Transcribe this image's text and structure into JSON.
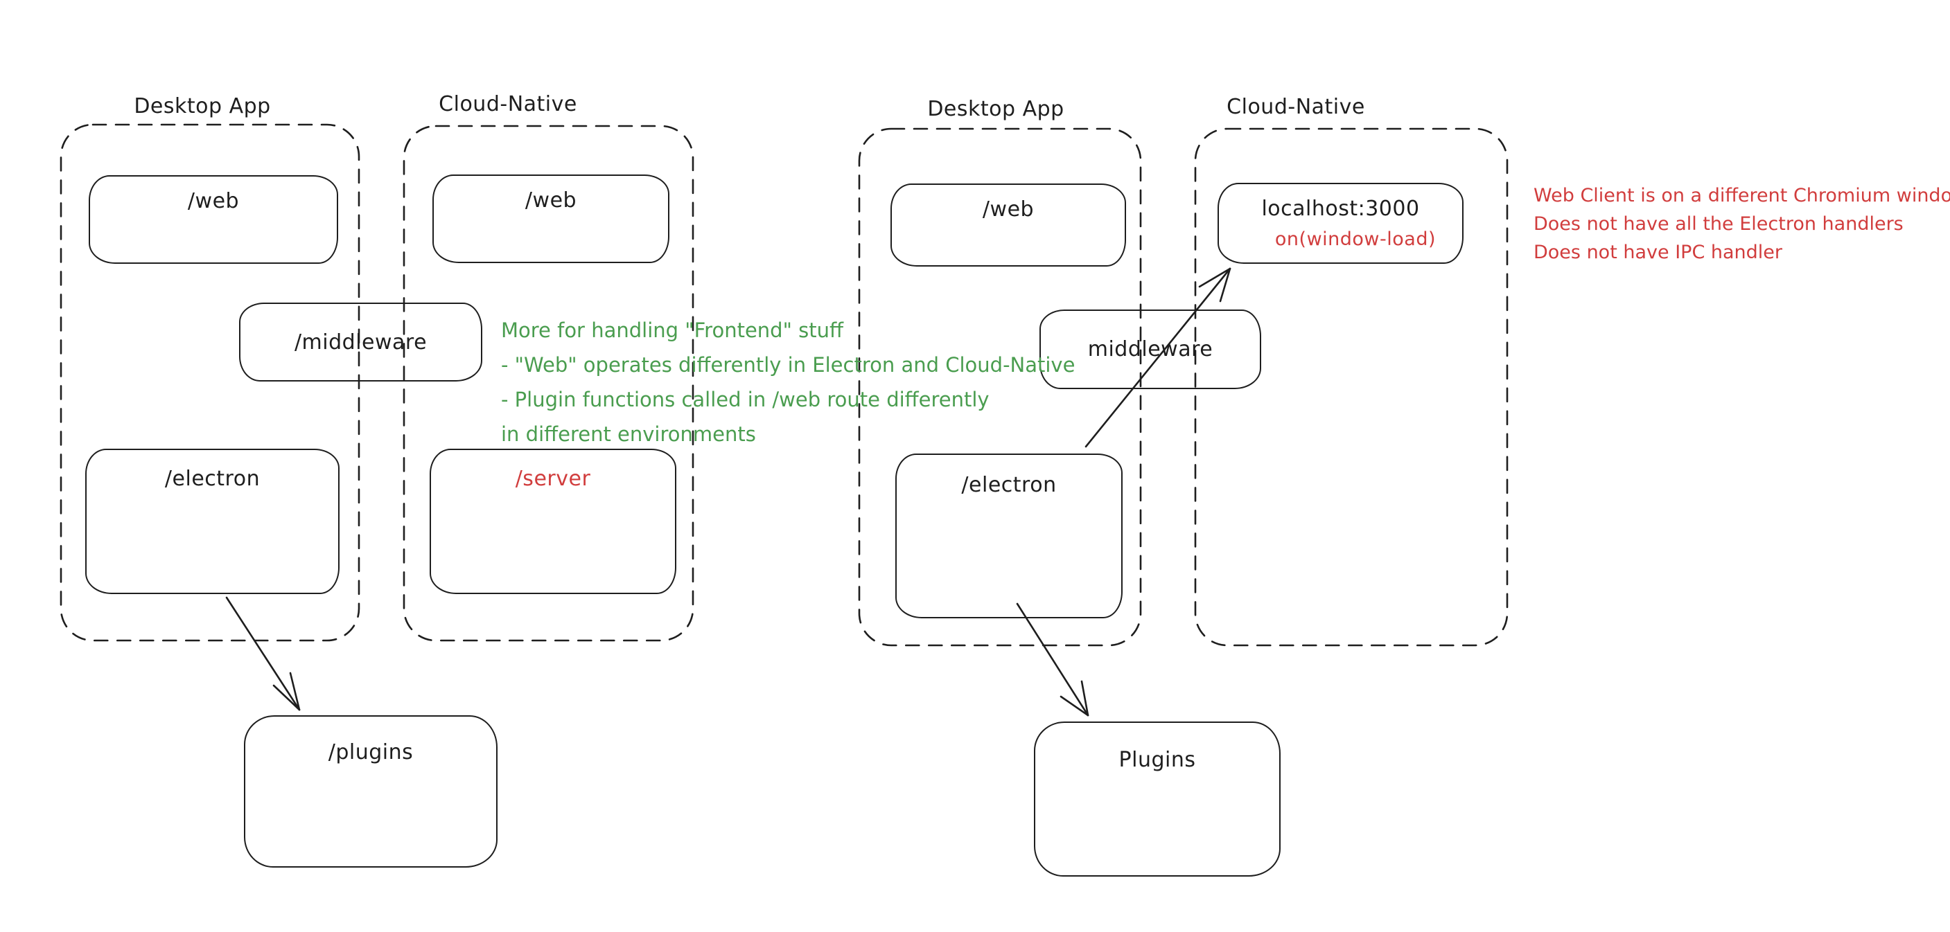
{
  "colors": {
    "ink": "#1e1e1e",
    "green": "#4a9d4f",
    "red": "#d13d3d",
    "background": "#ffffff"
  },
  "left_diagram": {
    "desktop_app": {
      "title": "Desktop App",
      "nodes": {
        "web": "/web",
        "electron": "/electron"
      }
    },
    "cloud_native": {
      "title": "Cloud-Native",
      "nodes": {
        "web": "/web",
        "server": "/server"
      }
    },
    "middleware": "/middleware",
    "plugins": "/plugins",
    "annotation": {
      "color": "#4a9d4f",
      "lines": [
        "More for handling \"Frontend\" stuff",
        "- \"Web\" operates differently in Electron and Cloud-Native",
        "- Plugin functions called in /web route differently",
        "in different environments"
      ]
    }
  },
  "right_diagram": {
    "desktop_app": {
      "title": "Desktop App",
      "nodes": {
        "web": "/web",
        "electron": "/electron"
      }
    },
    "cloud_native": {
      "title": "Cloud-Native",
      "nodes": {
        "localhost": "localhost:3000",
        "localhost_sub": "on(window-load)"
      }
    },
    "middleware": "middleware",
    "plugins": "Plugins",
    "annotation": {
      "color": "#d13d3d",
      "lines": [
        "Web Client is on a different Chromium window",
        "Does not have all the Electron handlers",
        "Does not have IPC handler"
      ]
    }
  }
}
